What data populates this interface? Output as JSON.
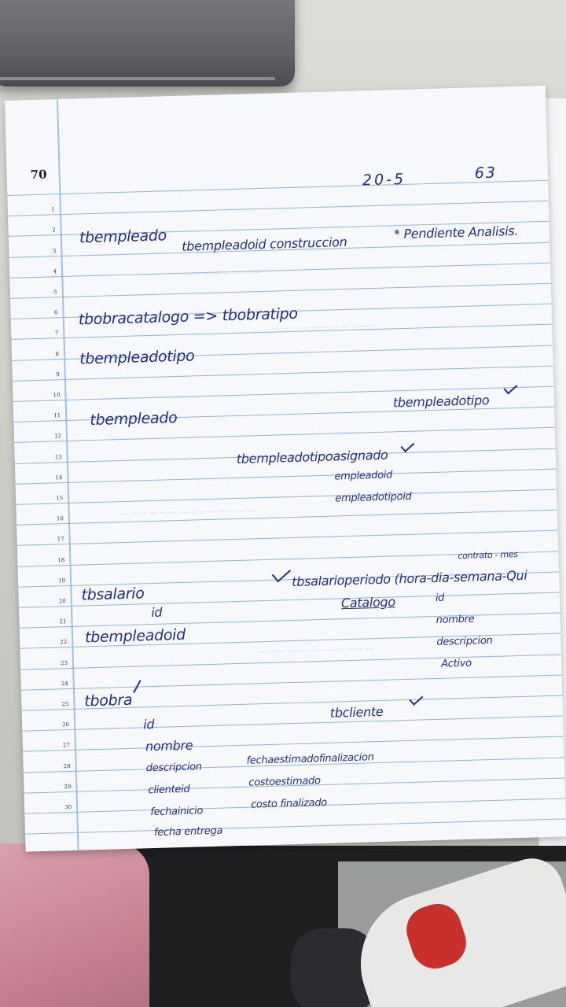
{
  "page": {
    "page_number": "70",
    "date": "20-5",
    "top_right": "63",
    "line_numbers": [
      "1",
      "2",
      "3",
      "4",
      "5",
      "6",
      "7",
      "8",
      "9",
      "10",
      "11",
      "12",
      "13",
      "14",
      "15",
      "16",
      "17",
      "18",
      "19",
      "20",
      "21",
      "22",
      "23",
      "24",
      "25",
      "26",
      "27",
      "28",
      "29",
      "30"
    ]
  },
  "notes": {
    "l3_a": "tbempleado",
    "l3_b": "tbempleadoid construccion",
    "l3_c": "* Pendiente Analisis.",
    "l7": "tbobracatalogo => tbobratipo",
    "l9": "tbempleadotipo",
    "l12_a": "tbempleado",
    "l12_b": "tbempleadotipo",
    "l14_a": "tbempleadotipoasignado",
    "l14_b": "empleadoid",
    "l15": "empleadotipoid",
    "l19": "contrato - mes",
    "l20_a": "tbsalario",
    "l20_b": "tbsalarioperiodo (hora-dia-semana-Qui",
    "l21_a": "id",
    "l21_b": "Catalogo",
    "l21_c": "id",
    "l22_a": "tbempleadoid",
    "l22_b": "nombre",
    "l23": "descripcion",
    "l24": "Activo",
    "l25": "tbobra",
    "l26_a": "id",
    "l26_b": "tbcliente",
    "l27": "nombre",
    "l28_a": "descripcion",
    "l28_b": "fechaestimadofinalizacion",
    "l29_a": "clienteid",
    "l29_b": "costoestimado",
    "l30_a": "fechainicio",
    "l30_b": "costo finalizado",
    "l31": "fecha entrega"
  },
  "colors": {
    "ink": "#232e8c",
    "rule": "#8fb5e3",
    "margin": "#7fa9da",
    "paper": "#f7f8fb"
  }
}
